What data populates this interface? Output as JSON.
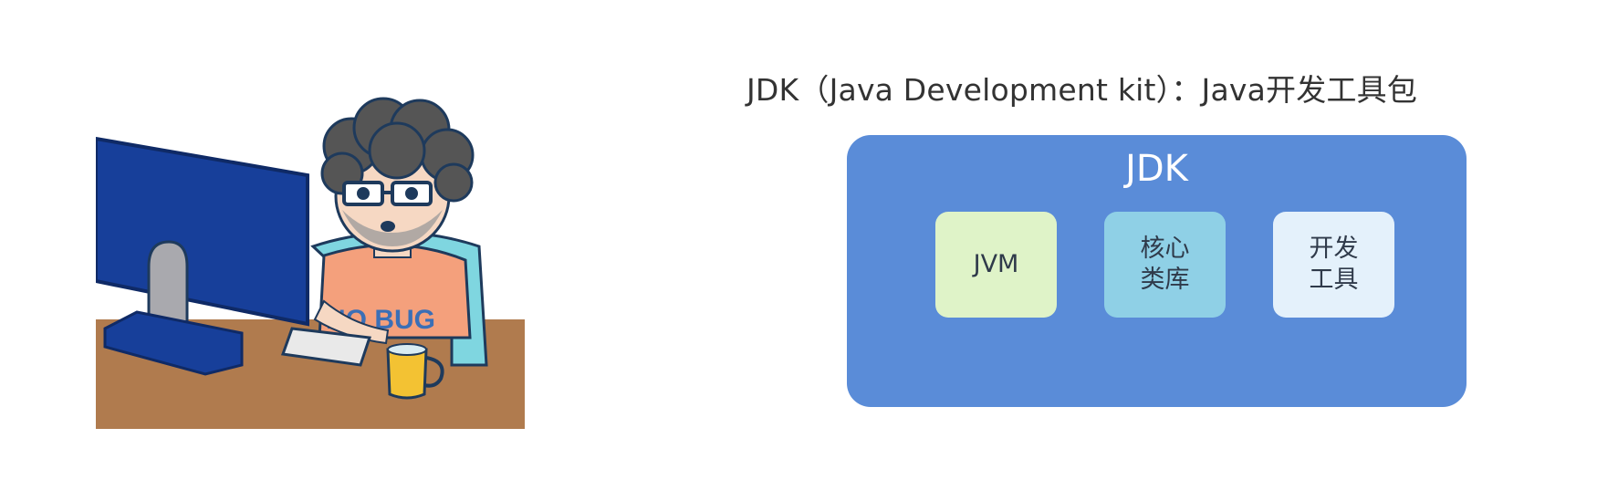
{
  "heading": "JDK（Java Development kit）：Java开发工具包",
  "diagram": {
    "title": "JDK",
    "components": [
      {
        "label": "JVM",
        "color": "#dff3c8"
      },
      {
        "label": "核心类库",
        "color": "#8fd0e6"
      },
      {
        "label": "开发工具",
        "color": "#e4f1fb"
      }
    ],
    "container_color": "#5a8cd8"
  },
  "illustration": {
    "shirt_text": "NO BUG"
  }
}
